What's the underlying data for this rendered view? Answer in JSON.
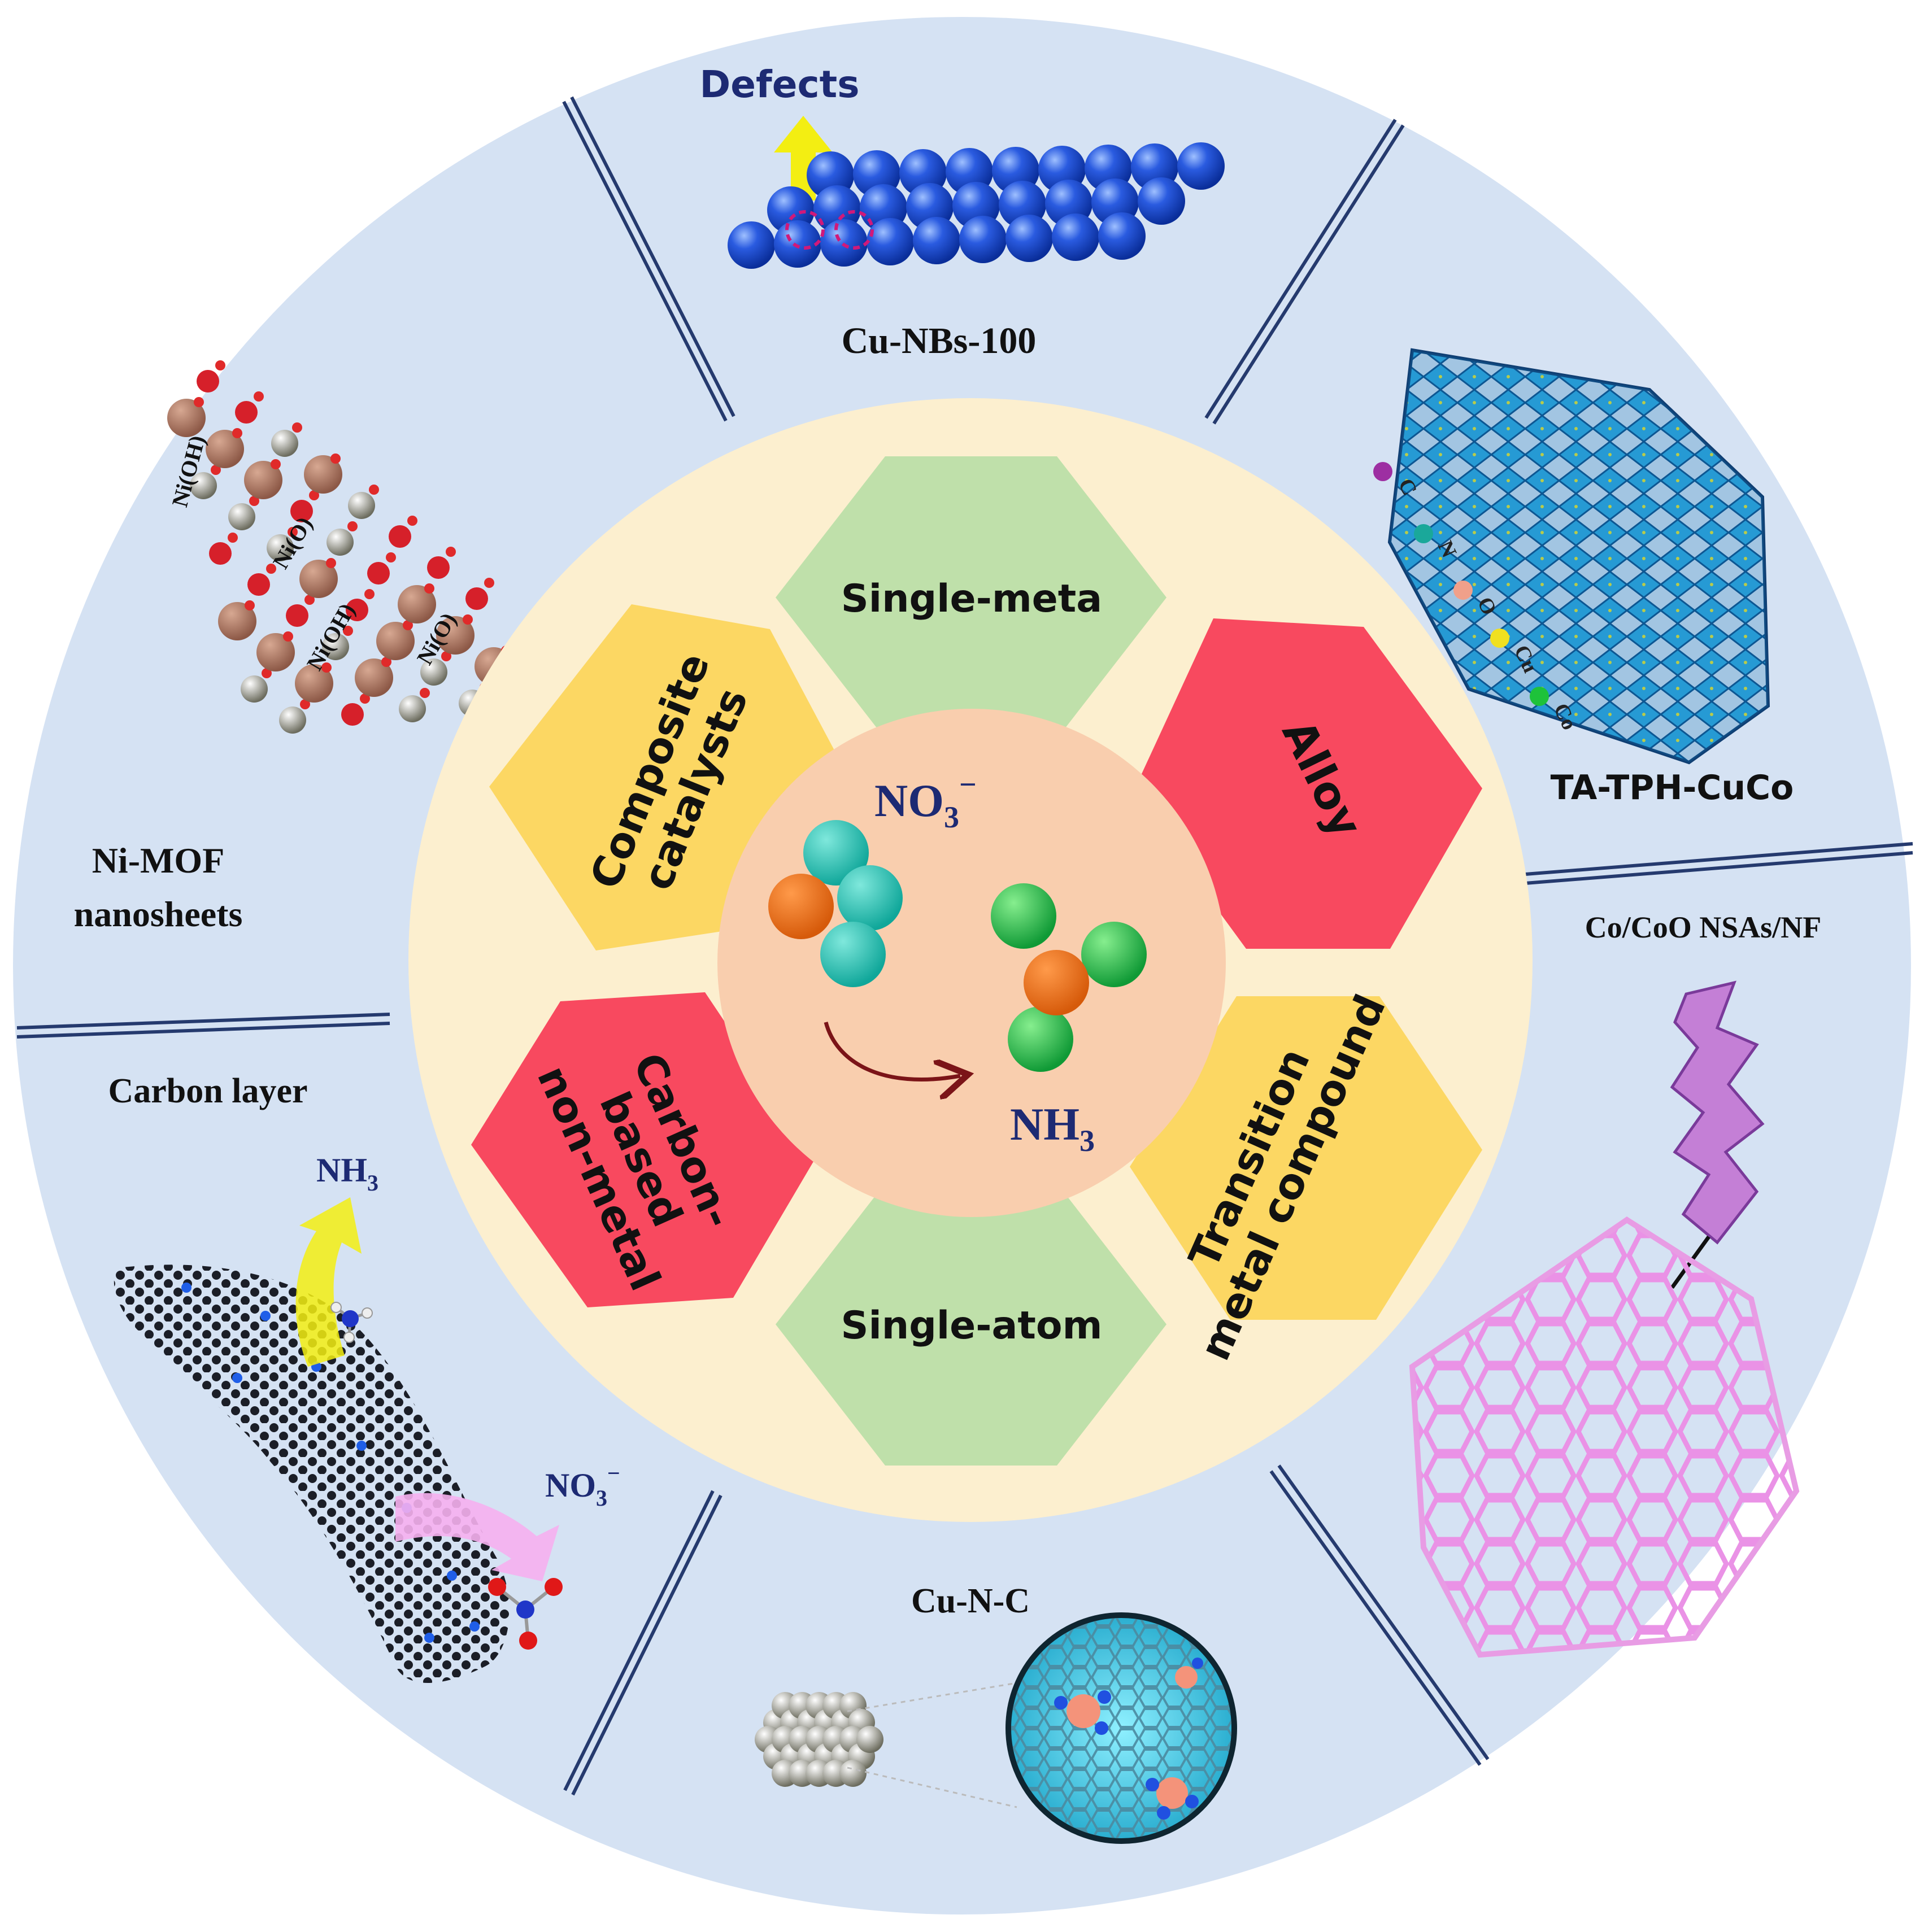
{
  "center": {
    "reactant": "NO",
    "reactant_sub": "3",
    "reactant_sup": "−",
    "product": "NH",
    "product_sub": "3"
  },
  "hexagons": {
    "top": "Single-meta",
    "bottom": "Single-atom",
    "upper_left_line1": "Composite",
    "upper_left_line2": "catalysts",
    "upper_right": "Alloy",
    "lower_left_line1": "Carbon-",
    "lower_left_line2": "based",
    "lower_left_line3": "non-metal",
    "lower_right_line1": "Transition",
    "lower_right_line2": "metal compound"
  },
  "segments": {
    "top_defects": "Defects",
    "top_name": "Cu-NBs-100",
    "upper_right_name": "TA-TPH-CuCo",
    "upper_right_legend": [
      "C",
      "N",
      "O",
      "Cu",
      "Co"
    ],
    "lower_right_name": "Co/CoO NSAs/NF",
    "bottom_name": "Cu-N-C",
    "lower_left_name": "Carbon layer",
    "lower_left_nh3": "NH",
    "lower_left_nh3_sub": "3",
    "lower_left_no3": "NO",
    "lower_left_no3_sub": "3",
    "lower_left_no3_sup": "−",
    "upper_left_line1": "Ni-MOF",
    "upper_left_line2": "nanosheets",
    "upper_left_tags": [
      "Ni(OH)",
      "Ni(O)",
      "Ni(OH)",
      "Ni(O)"
    ]
  },
  "colors": {
    "outer_ring": "#d5e2f3",
    "inner_disk": "#fcefcf",
    "center_disk": "#f9ceae",
    "green_hex": "#bfe0aa",
    "yellow_hex": "#fcd763",
    "red_hex": "#f8495f",
    "divider": "#253a6e"
  }
}
